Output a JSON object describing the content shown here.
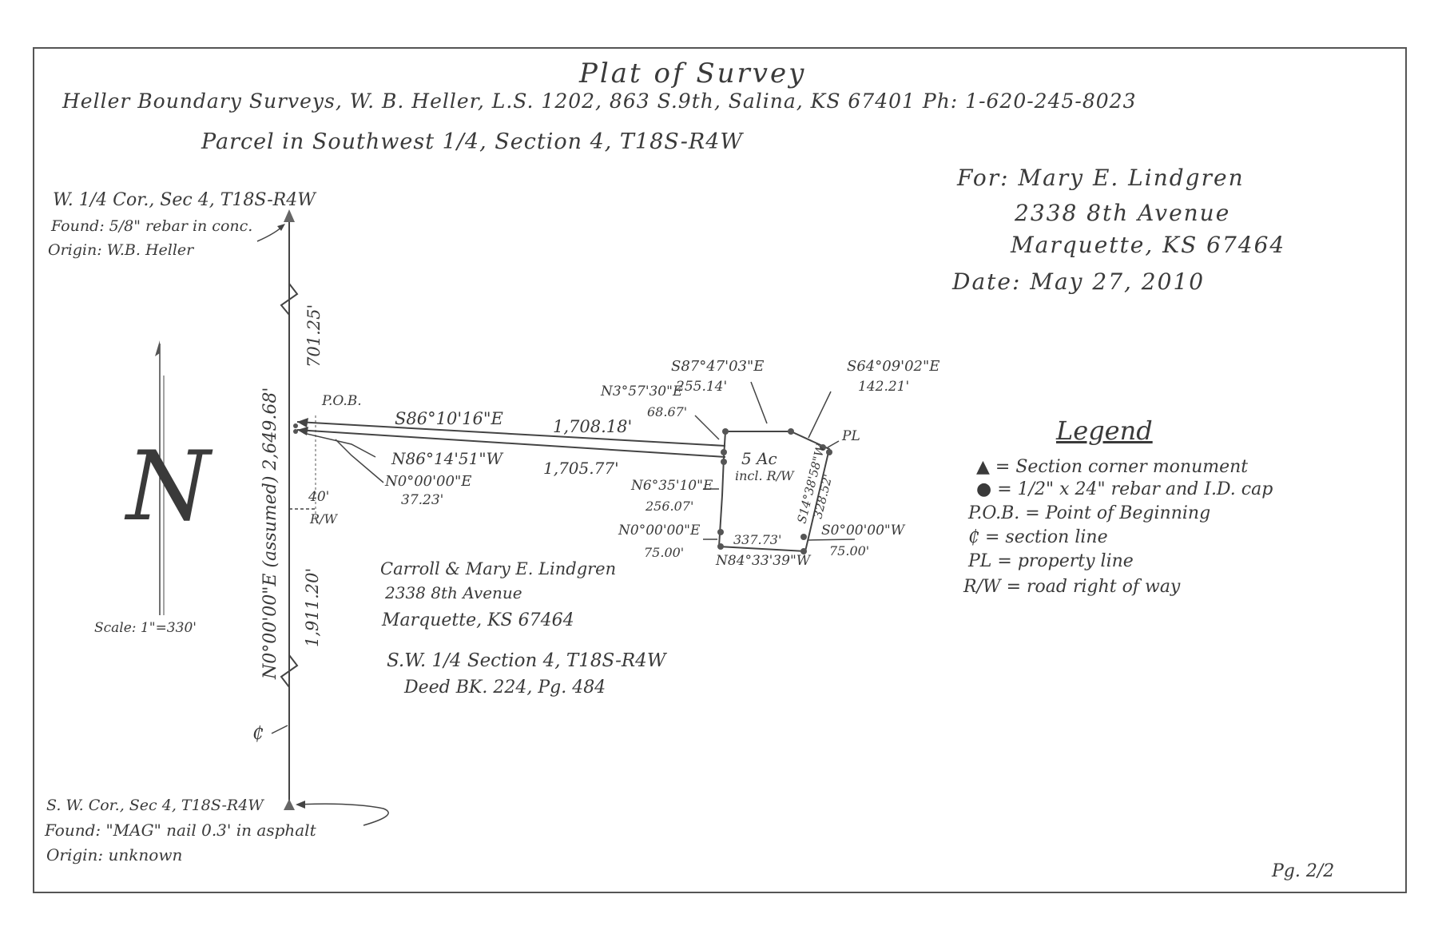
{
  "header": {
    "title": "Plat of Survey",
    "company_line": "Heller Boundary Surveys, W. B. Heller, L.S. 1202, 863 S.9th, Salina, KS 67401 Ph: 1-620-245-8023",
    "parcel_line": "Parcel in Southwest 1/4, Section 4, T18S-R4W"
  },
  "client": {
    "for_label": "For: Mary E. Lindgren",
    "address1": "2338 8th Avenue",
    "address2": "Marquette, KS 67464",
    "date": "Date: May 27, 2010"
  },
  "corners": {
    "nw_line1": "W. 1/4 Cor., Sec 4, T18S-R4W",
    "nw_line2": "Found: 5/8\" rebar in conc.",
    "nw_line3": "Origin: W.B. Heller",
    "sw_line1": "S. W. Cor., Sec 4, T18S-R4W",
    "sw_line2": "Found: \"MAG\" nail 0.3' in asphalt",
    "sw_line3": "Origin: unknown"
  },
  "section_line": {
    "bearing": "N0°00'00\"E (assumed) 2,649.68'",
    "north_dist": "701.25'",
    "south_dist": "1,911.20'",
    "rw_width": "40'",
    "rw_label": "R/W",
    "pob": "P.O.B.",
    "symbol": "₵"
  },
  "ties": {
    "east_bearing": "S86°10'16\"E",
    "east_dist": "1,708.18'",
    "west_bearing": "N86°14'51\"W",
    "west_dist": "1,705.77'",
    "pob_bearing": "N0°00'00\"E",
    "pob_dist": "37.23'"
  },
  "parcel": {
    "area": "5 Ac",
    "area_note": "incl. R/W",
    "top1_bearing": "S87°47'03\"E",
    "top1_dist": "255.14'",
    "top2_bearing": "S64°09'02\"E",
    "top2_dist": "142.21'",
    "nw_bearing": "N3°57'30\"E",
    "nw_dist": "68.67'",
    "west_bearing": "N6°35'10\"E",
    "west_dist": "256.07'",
    "sw_bearing": "N0°00'00\"E",
    "sw_dist": "75.00'",
    "east_bearing": "S14°38'58\"W",
    "east_dist": "328.52'",
    "se_bearing": "S0°00'00\"W",
    "se_dist": "75.00'",
    "south_bearing": "N84°33'39\"W",
    "south_dist": "337.73'",
    "pl_symbol": "PL"
  },
  "owner": {
    "line1": "Carroll & Mary E. Lindgren",
    "line2": "2338 8th Avenue",
    "line3": "Marquette, KS 67464",
    "line4": "S.W. 1/4 Section 4, T18S-R4W",
    "line5": "Deed BK. 224, Pg. 484"
  },
  "legend": {
    "title": "Legend",
    "items": [
      "▲ = Section corner monument",
      "● = 1/2\" x 24\" rebar and I.D. cap",
      "P.O.B. = Point of Beginning",
      "₵ = section line",
      "PL = property line",
      "R/W = road right of way"
    ]
  },
  "scale": "Scale: 1\"=330'",
  "north_arrow_letter": "N",
  "page": "Pg. 2/2"
}
